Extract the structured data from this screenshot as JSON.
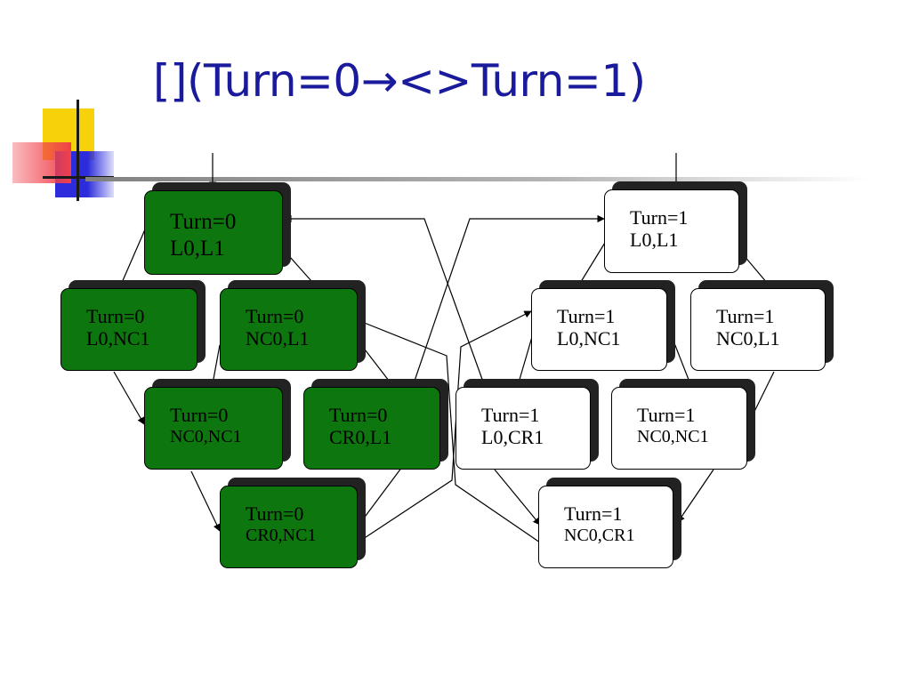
{
  "slide": {
    "title": "[](Turn=0→<>Turn=1)"
  },
  "colors": {
    "title": "#1a1a9c",
    "green_state": "#0e760e",
    "white_state": "#ffffff",
    "deco_yellow": "#f7d10a",
    "deco_red": "#f0404a",
    "deco_blue": "#2c2cdc"
  },
  "states": {
    "t0_l0_l1": {
      "line1": "Turn=0",
      "line2": "L0,L1"
    },
    "t0_l0_nc1": {
      "line1": "Turn=0",
      "line2": "L0,NC1"
    },
    "t0_nc0_l1": {
      "line1": "Turn=0",
      "line2": "NC0,L1"
    },
    "t0_nc0_nc1": {
      "line1": "Turn=0",
      "line2": "NC0,NC1"
    },
    "t0_cr0_l1": {
      "line1": "Turn=0",
      "line2": "CR0,L1"
    },
    "t0_cr0_nc1": {
      "line1": "Turn=0",
      "line2": "CR0,NC1"
    },
    "t1_l0_l1": {
      "line1": "Turn=1",
      "line2": "L0,L1"
    },
    "t1_l0_nc1": {
      "line1": "Turn=1",
      "line2": "L0,NC1"
    },
    "t1_nc0_l1": {
      "line1": "Turn=1",
      "line2": "NC0,L1"
    },
    "t1_l0_cr1": {
      "line1": "Turn=1",
      "line2": "L0,CR1"
    },
    "t1_nc0_nc1": {
      "line1": "Turn=1",
      "line2": "NC0,NC1"
    },
    "t1_nc0_cr1": {
      "line1": "Turn=1",
      "line2": "NC0,CR1"
    }
  }
}
